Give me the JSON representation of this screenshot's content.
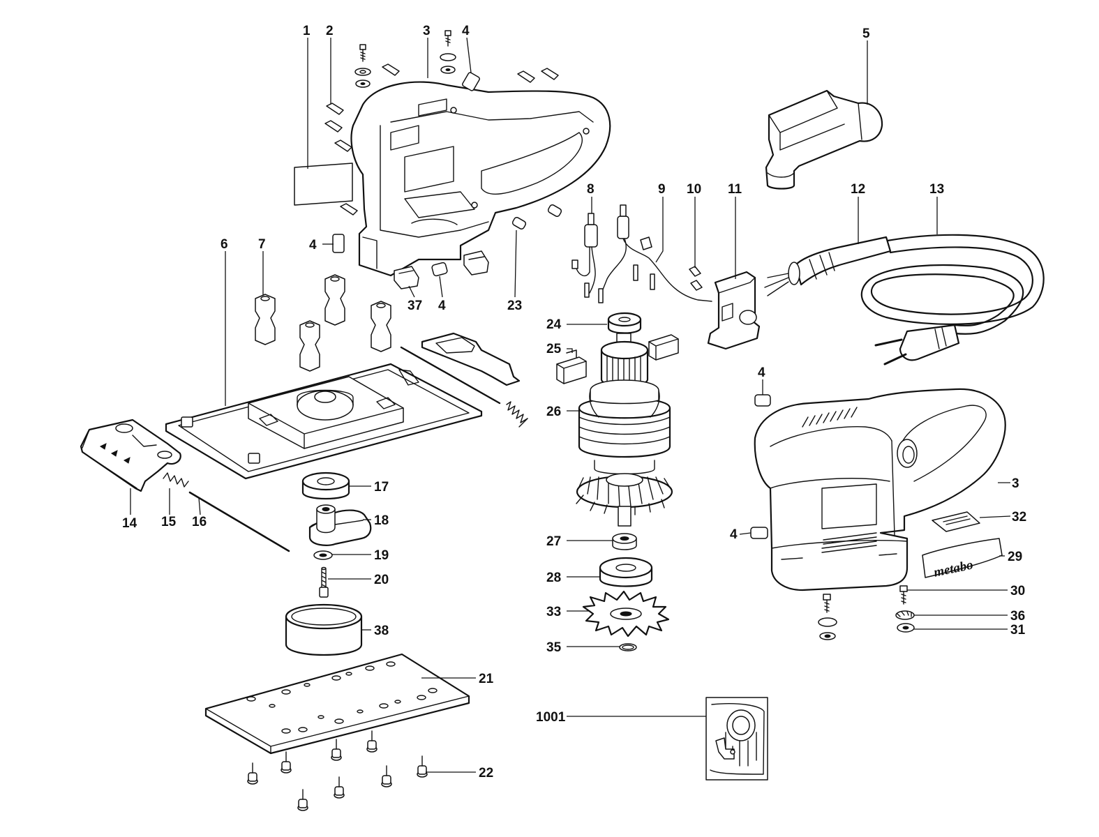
{
  "callouts": {
    "c1": "1",
    "c2": "2",
    "c3_top": "3",
    "c4_top": "4",
    "c5": "5",
    "c6": "6",
    "c7": "7",
    "c4_left": "4",
    "c8": "8",
    "c9": "9",
    "c10": "10",
    "c11": "11",
    "c12": "12",
    "c13": "13",
    "c37": "37",
    "c4_mid": "4",
    "c23": "23",
    "c24": "24",
    "c25": "25",
    "c26": "26",
    "c4_right": "4",
    "c3_right": "3",
    "c14": "14",
    "c15": "15",
    "c16": "16",
    "c17": "17",
    "c18": "18",
    "c19": "19",
    "c20": "20",
    "c27": "27",
    "c28": "28",
    "c33": "33",
    "c35": "35",
    "c38": "38",
    "c32": "32",
    "c4_low": "4",
    "c29": "29",
    "c30": "30",
    "c36": "36",
    "c31": "31",
    "c21": "21",
    "c22": "22",
    "c1001": "1001"
  },
  "logo": {
    "text": "metabo"
  },
  "colors": {
    "ink": "#111111",
    "paper": "#ffffff"
  }
}
